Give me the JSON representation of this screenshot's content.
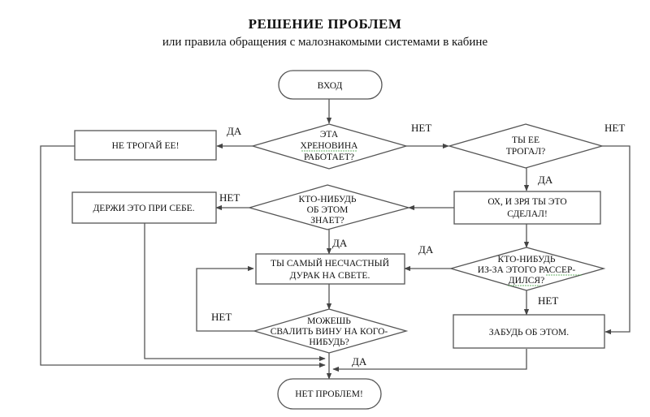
{
  "header": {
    "title": "РЕШЕНИЕ ПРОБЛЕМ",
    "subtitle": "или правила обращения с малознакомыми системами в кабине"
  },
  "nodes": {
    "start": "ВХОД",
    "works_q": [
      "ЭТА",
      "ХРЕНОВИНА",
      "РАБОТАЕТ?"
    ],
    "dont_touch": "НЕ ТРОГАЙ ЕЕ!",
    "touched_q": [
      "ТЫ ЕЕ",
      "ТРОГАЛ?"
    ],
    "oh_no": [
      "ОХ, И ЗРЯ ТЫ ЭТО",
      "СДЕЛАЛ!"
    ],
    "knows_q": [
      "КТО-НИБУДЬ",
      "ОБ ЭТОМ",
      "ЗНАЕТ?"
    ],
    "keep_secret": "ДЕРЖИ ЭТО ПРИ СЕБЕ.",
    "fool": [
      "ТЫ САМЫЙ НЕСЧАСТНЫЙ",
      "ДУРАК НА СВЕТЕ."
    ],
    "angry_q": [
      "КТО-НИБУДЬ",
      "ИЗ-ЗА ЭТОГО РАССЕР-",
      "ДИЛСЯ?"
    ],
    "forget": "ЗАБУДЬ ОБ ЭТОМ.",
    "blame_q": [
      "МОЖЕШЬ",
      "СВАЛИТЬ ВИНУ НА КОГО-",
      "НИБУДЬ?"
    ],
    "end": "НЕТ ПРОБЛЕМ!"
  },
  "edge_labels": {
    "works_yes": "ДА",
    "works_no": "НЕТ",
    "touched_no": "НЕТ",
    "touched_yes": "ДА",
    "knows_no": "НЕТ",
    "knows_yes": "ДА",
    "angry_yes": "ДА",
    "angry_no": "НЕТ",
    "blame_no": "НЕТ",
    "blame_yes": "ДА"
  }
}
